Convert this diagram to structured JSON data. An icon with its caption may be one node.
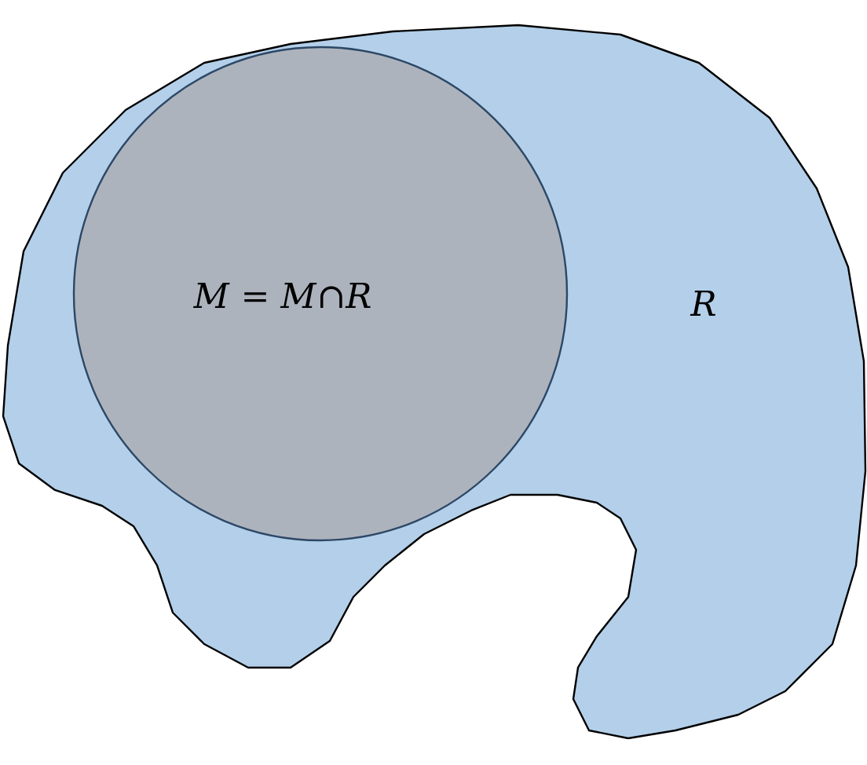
{
  "diagram": {
    "nodes": [
      {
        "text": [
          "R"
        ]
      },
      {
        "text": [
          "*M* = *M*∩*R*"
        ],
        "in": 0
      }
    ]
  }
}
